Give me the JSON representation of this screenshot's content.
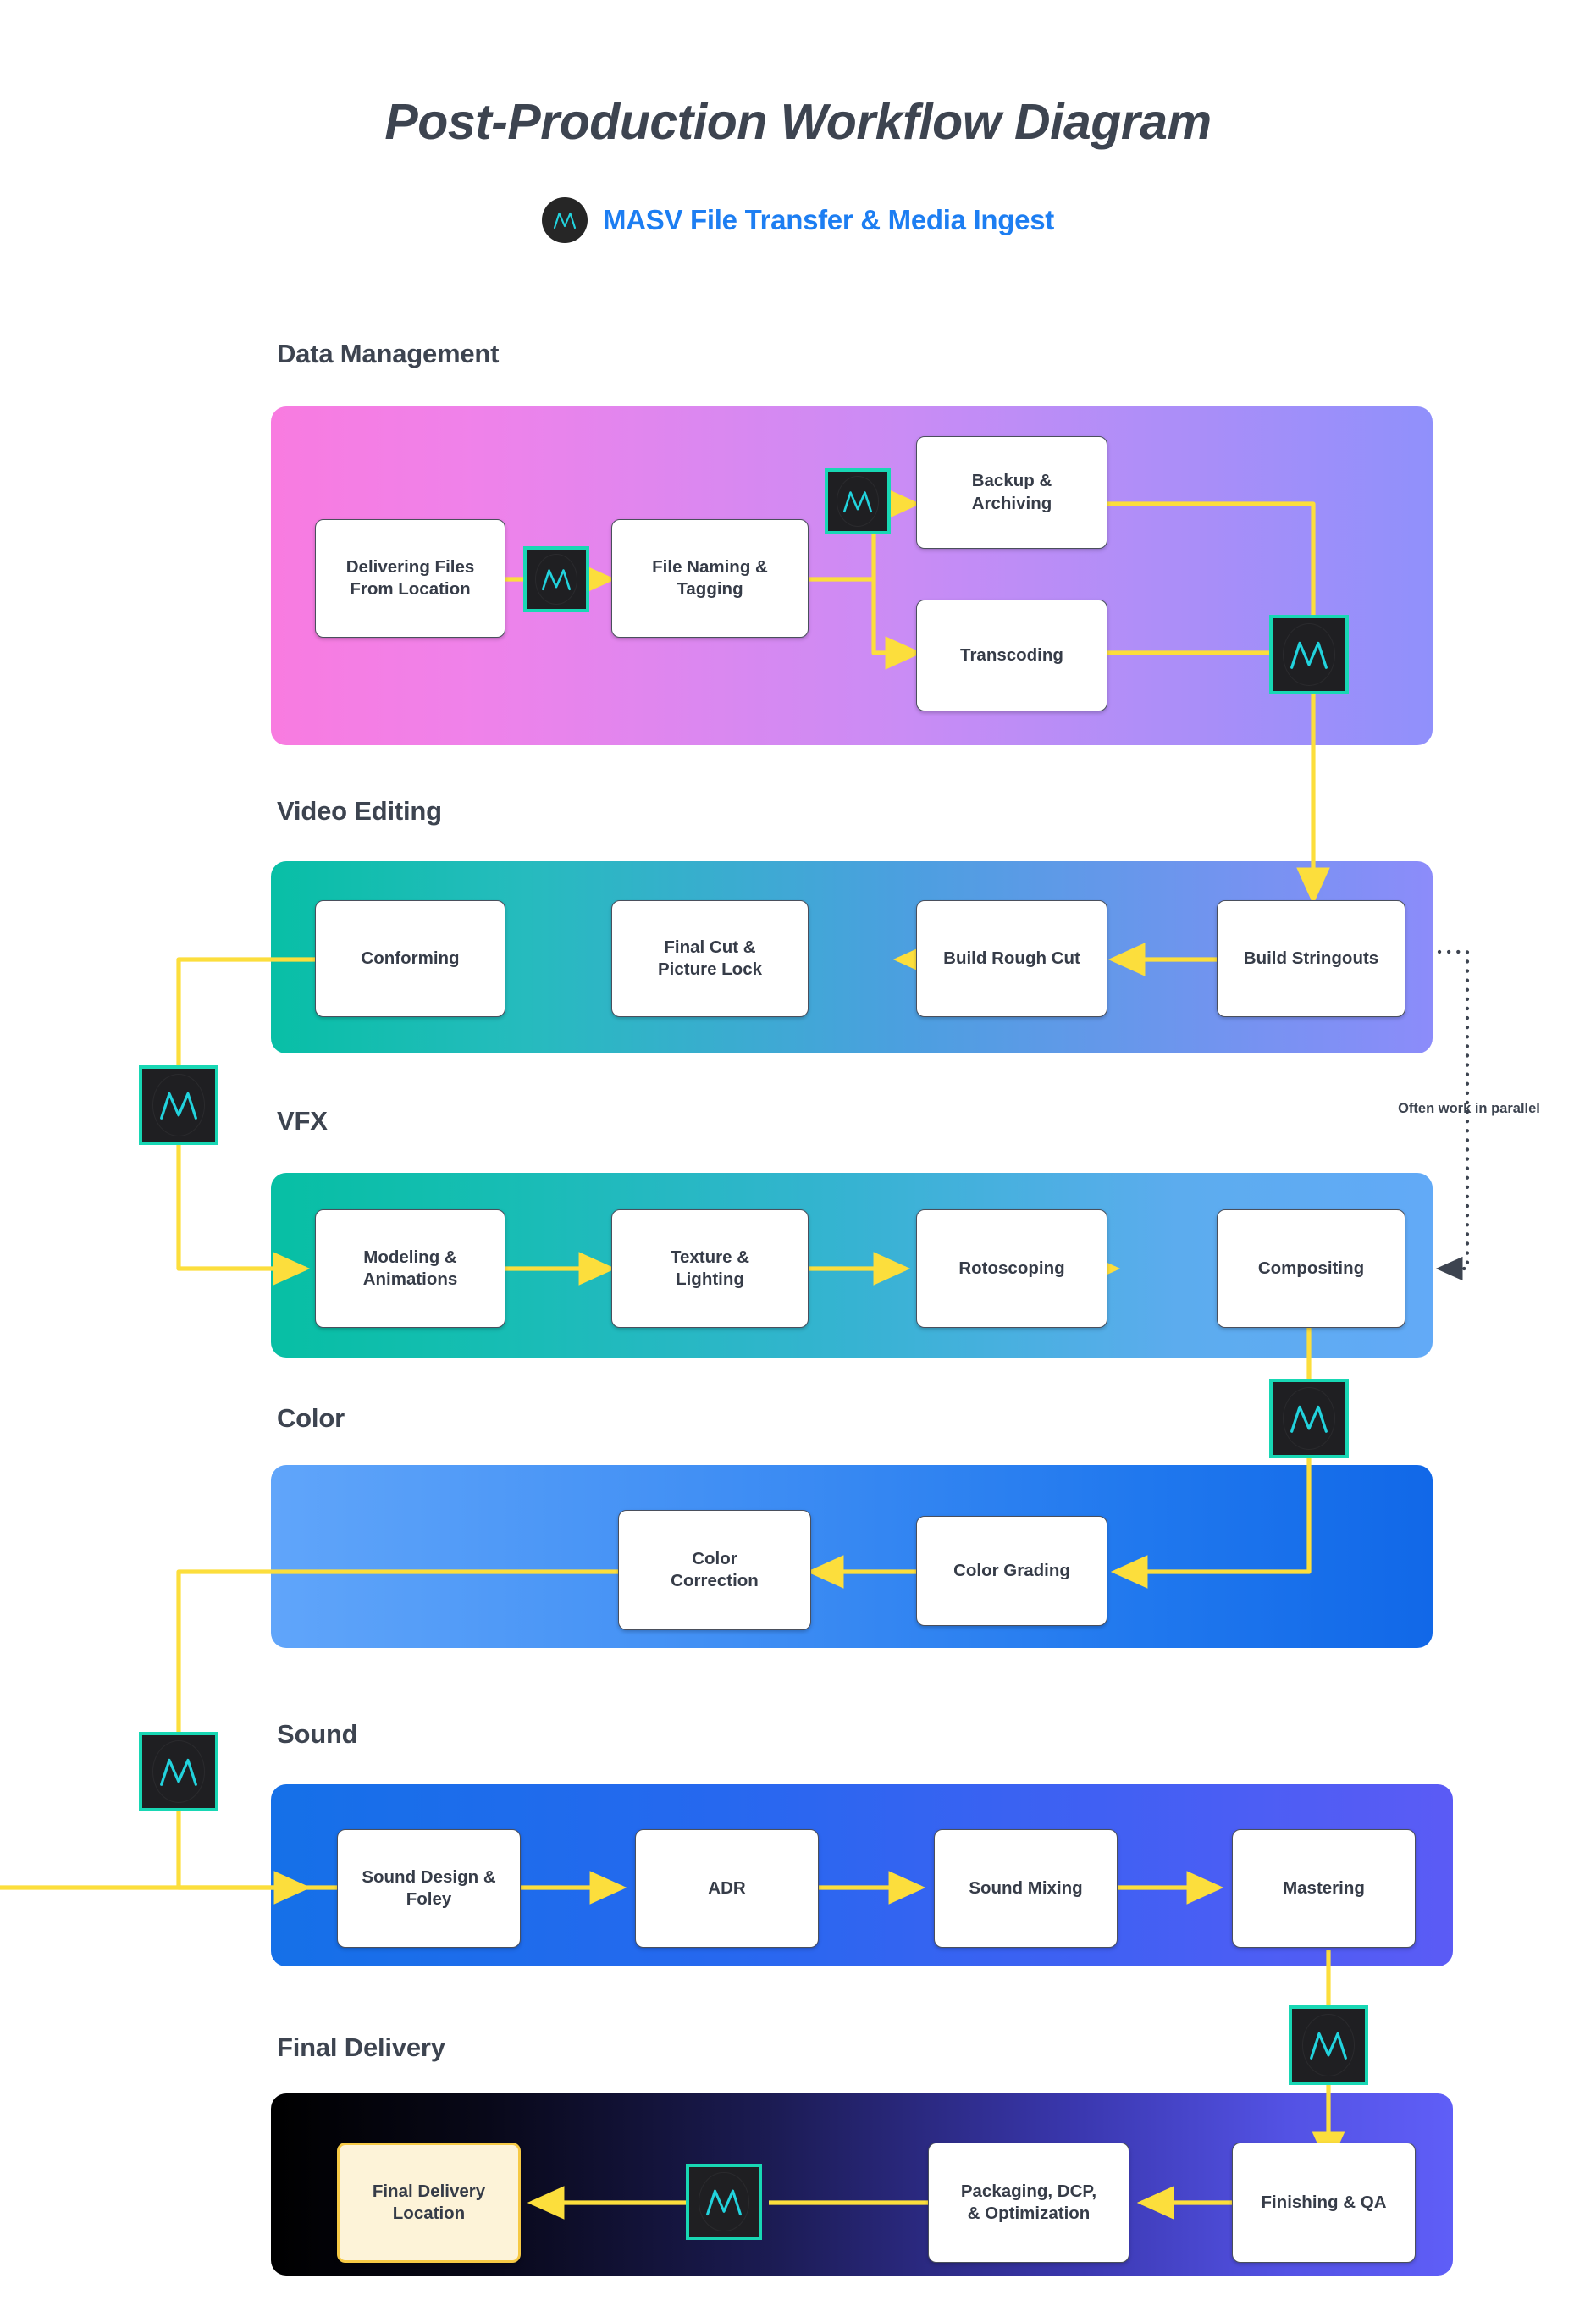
{
  "header": {
    "title": "Post-Production Workflow Diagram",
    "subtitle": "MASV File Transfer & Media Ingest",
    "logo_icon": "masv-logo-icon",
    "accent_blue": "#1D7EF2",
    "title_color": "#3d4450"
  },
  "colors": {
    "connector_yellow": "#FCDE3C",
    "masv_border_teal": "#18D7B4",
    "masv_mark_cyan": "#22D3DD",
    "masv_bg_dark": "#1F1F22",
    "node_border": "#4a4f5c",
    "node_text": "#363c48",
    "final_location_fill": "#FDF3D8",
    "final_location_border": "#F6C945"
  },
  "annotations": {
    "parallel_note": "Often work in parallel"
  },
  "sections": [
    {
      "id": "data-management",
      "label": "Data Management",
      "gradient_from": "#F87BE0",
      "gradient_to": "#9090FB",
      "nodes": [
        {
          "id": "delivering-files",
          "label": "Delivering Files From Location",
          "lines": [
            "Delivering Files",
            "From Location"
          ]
        },
        {
          "id": "file-naming",
          "label": "File Naming & Tagging",
          "lines": [
            "File Naming &",
            "Tagging"
          ]
        },
        {
          "id": "backup-archiving",
          "label": "Backup & Archiving",
          "lines": [
            "Backup &",
            "Archiving"
          ]
        },
        {
          "id": "transcoding",
          "label": "Transcoding",
          "lines": [
            "Transcoding"
          ]
        }
      ]
    },
    {
      "id": "video-editing",
      "label": "Video Editing",
      "gradient_from": "#08BFA6",
      "gradient_to": "#8C8CFA",
      "nodes": [
        {
          "id": "conforming",
          "label": "Conforming",
          "lines": [
            "Conforming"
          ]
        },
        {
          "id": "final-cut",
          "label": "Final Cut & Picture Lock",
          "lines": [
            "Final Cut &",
            "Picture Lock"
          ]
        },
        {
          "id": "build-rough-cut",
          "label": "Build Rough Cut",
          "lines": [
            "Build Rough Cut"
          ]
        },
        {
          "id": "build-stringouts",
          "label": "Build Stringouts",
          "lines": [
            "Build Stringouts"
          ]
        }
      ]
    },
    {
      "id": "vfx",
      "label": "VFX",
      "gradient_from": "#07BFA4",
      "gradient_to": "#62AAF7",
      "nodes": [
        {
          "id": "modeling-animations",
          "label": "Modeling & Animations",
          "lines": [
            "Modeling &",
            "Animations"
          ]
        },
        {
          "id": "texture-lighting",
          "label": "Texture & Lighting",
          "lines": [
            "Texture &",
            "Lighting"
          ]
        },
        {
          "id": "rotoscoping",
          "label": "Rotoscoping",
          "lines": [
            "Rotoscoping"
          ]
        },
        {
          "id": "compositing",
          "label": "Compositing",
          "lines": [
            "Compositing"
          ]
        }
      ]
    },
    {
      "id": "color",
      "label": "Color",
      "gradient_from": "#60A5FA",
      "gradient_to": "#1168E8",
      "nodes": [
        {
          "id": "color-correction",
          "label": "Color Correction",
          "lines": [
            "Color",
            "Correction"
          ]
        },
        {
          "id": "color-grading",
          "label": "Color Grading",
          "lines": [
            "Color Grading"
          ]
        }
      ]
    },
    {
      "id": "sound",
      "label": "Sound",
      "gradient_from": "#1570E8",
      "gradient_to": "#5B5BF5",
      "nodes": [
        {
          "id": "sound-design-foley",
          "label": "Sound Design & Foley",
          "lines": [
            "Sound Design &",
            "Foley"
          ]
        },
        {
          "id": "adr",
          "label": "ADR",
          "lines": [
            "ADR"
          ]
        },
        {
          "id": "sound-mixing",
          "label": "Sound Mixing",
          "lines": [
            "Sound Mixing"
          ]
        },
        {
          "id": "mastering",
          "label": "Mastering",
          "lines": [
            "Mastering"
          ]
        }
      ]
    },
    {
      "id": "final-delivery",
      "label": "Final Delivery",
      "gradient_from": "#000000",
      "gradient_to": "#5F5EF7",
      "nodes": [
        {
          "id": "final-delivery-location",
          "label": "Final Delivery Location",
          "lines": [
            "Final Delivery",
            "Location"
          ]
        },
        {
          "id": "packaging-dcp",
          "label": "Packaging, DCP, & Optimization",
          "lines": [
            "Packaging, DCP,",
            "& Optimization"
          ]
        },
        {
          "id": "finishing-qa",
          "label": "Finishing & QA",
          "lines": [
            "Finishing & QA"
          ]
        }
      ]
    }
  ],
  "masv_badges": [
    {
      "id": "masv-delivering-to-naming",
      "icon": "masv-logo-icon"
    },
    {
      "id": "masv-naming-to-backup",
      "icon": "masv-logo-icon"
    },
    {
      "id": "masv-data-to-video",
      "icon": "masv-logo-icon"
    },
    {
      "id": "masv-video-to-vfx",
      "icon": "masv-logo-icon"
    },
    {
      "id": "masv-vfx-to-color",
      "icon": "masv-logo-icon"
    },
    {
      "id": "masv-color-to-sound",
      "icon": "masv-logo-icon"
    },
    {
      "id": "masv-sound-to-final",
      "icon": "masv-logo-icon"
    },
    {
      "id": "masv-packaging-to-location",
      "icon": "masv-logo-icon"
    }
  ]
}
